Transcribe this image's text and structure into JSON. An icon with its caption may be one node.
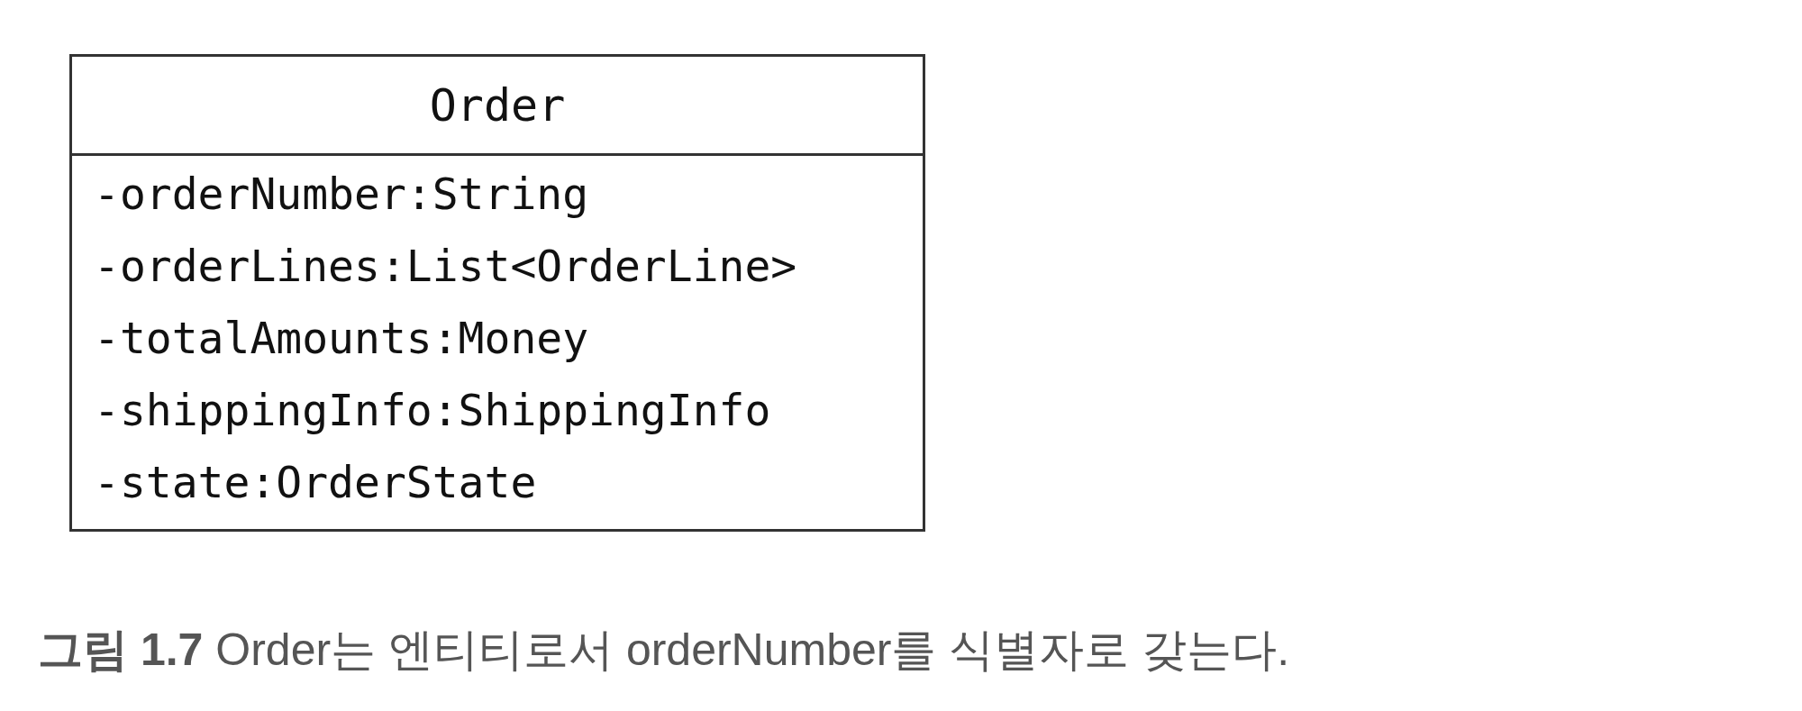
{
  "diagram": {
    "caption": "**그림 1.7** Order는 엔티티로서 orderNumber를 식별자로 갖는다.",
    "nodes": [
      {
        "text": [
          "Order",
          "-orderNumber:String",
          "-orderLines:List<OrderLine>",
          "-totalAmounts:Money",
          "-shippingInfo:ShippingInfo",
          "-state:OrderState"
        ]
      }
    ]
  }
}
